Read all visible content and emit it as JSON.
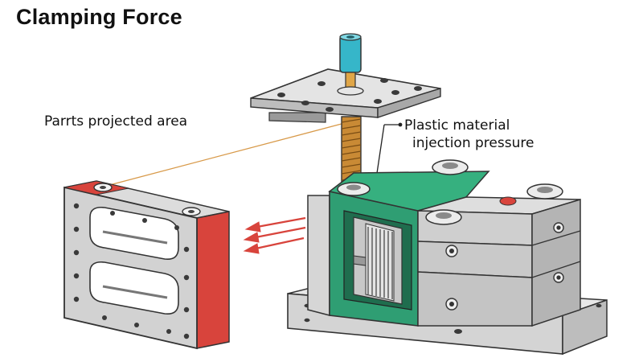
{
  "diagram": {
    "title": "Clamping Force",
    "labels": {
      "projected_area": "Parrts projected area",
      "injection_line1": "Plastic material",
      "injection_line2": "injection pressure"
    },
    "colors": {
      "plate_red": "#d8443c",
      "mold_green": "#2f9e73",
      "metal_gray": "#d9d9d9",
      "nozzle_cyan": "#36b6c9",
      "screw_gold": "#c98a35",
      "arrow_red": "#d8443c",
      "leader_orange": "#d89a4a"
    }
  }
}
